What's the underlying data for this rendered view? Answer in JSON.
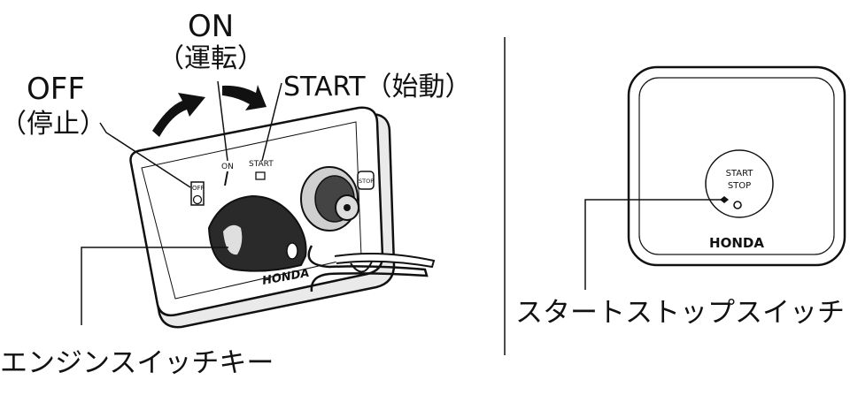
{
  "left_panel": {
    "on_label": "ON",
    "on_sub": "（運転）",
    "off_label": "OFF",
    "off_sub": "（停止）",
    "start_label": "START（始動）",
    "panel_on_mark": "ON",
    "panel_start_mark": "START",
    "panel_off_mark": "OFF",
    "panel_stop_mark": "STOP",
    "brand": "HONDA",
    "caption": "エンジンスイッチキー"
  },
  "right_panel": {
    "start_text": "START",
    "stop_text": "STOP",
    "brand": "HONDA",
    "caption": "スタートストップスイッチ"
  }
}
